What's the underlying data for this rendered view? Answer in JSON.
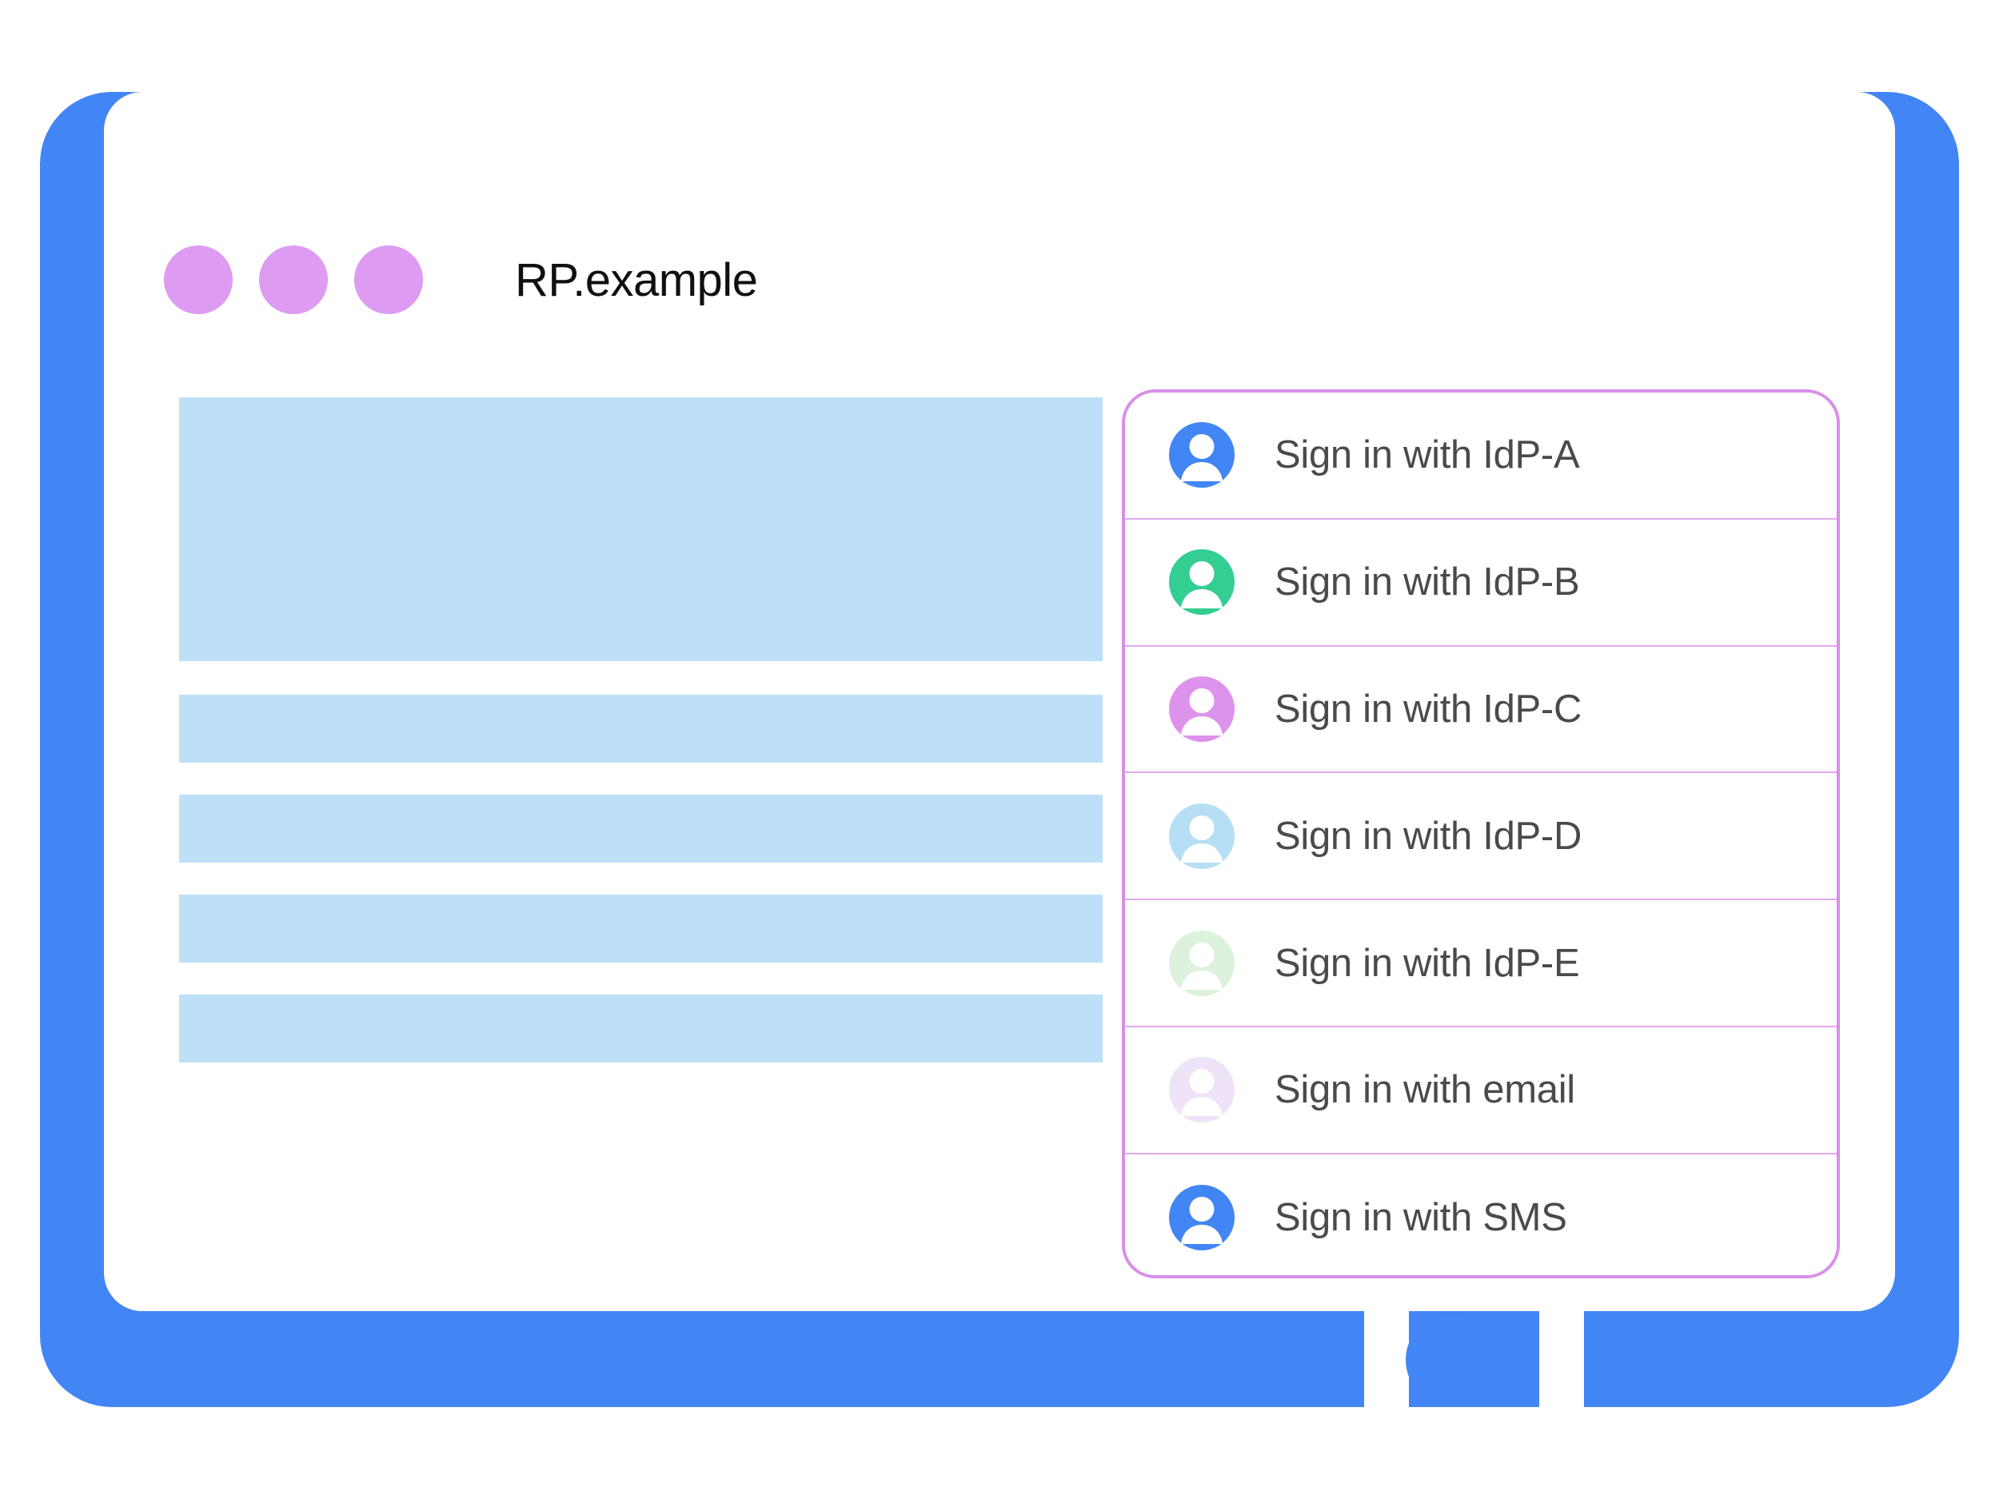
{
  "window": {
    "title": "RP.example",
    "dots": [
      "window-dot-1",
      "window-dot-2",
      "window-dot-3"
    ],
    "dot_color": "#DD9BF2",
    "frame_color": "#4285F4",
    "card_color": "#FFFFFF"
  },
  "content_placeholder": {
    "block_color": "#BDE0F7",
    "blocks": [
      {
        "name": "hero-block"
      },
      {
        "name": "text-bar-1"
      },
      {
        "name": "text-bar-2"
      },
      {
        "name": "text-bar-3"
      },
      {
        "name": "text-bar-4"
      }
    ]
  },
  "signin_panel": {
    "border_color": "#D98FE8",
    "divider_color": "#E2A8EE",
    "label_color": "#4A4A4A",
    "items": [
      {
        "label": "Sign in with IdP-A",
        "icon": "account-avatar-icon",
        "avatar_color": "#4285F4"
      },
      {
        "label": "Sign in with IdP-B",
        "icon": "account-avatar-icon",
        "avatar_color": "#34CE92"
      },
      {
        "label": "Sign in with IdP-C",
        "icon": "account-avatar-icon",
        "avatar_color": "#DD93EC"
      },
      {
        "label": "Sign in with IdP-D",
        "icon": "account-avatar-icon",
        "avatar_color": "#B6DFF5"
      },
      {
        "label": "Sign in with IdP-E",
        "icon": "account-avatar-icon",
        "avatar_color": "#DCF2DC"
      },
      {
        "label": "Sign in with email",
        "icon": "account-avatar-icon",
        "avatar_color": "#EFE3F7"
      },
      {
        "label": "Sign in with SMS",
        "icon": "account-avatar-icon",
        "avatar_color": "#4285F4"
      }
    ]
  },
  "device": {
    "home_button": "home-button"
  }
}
